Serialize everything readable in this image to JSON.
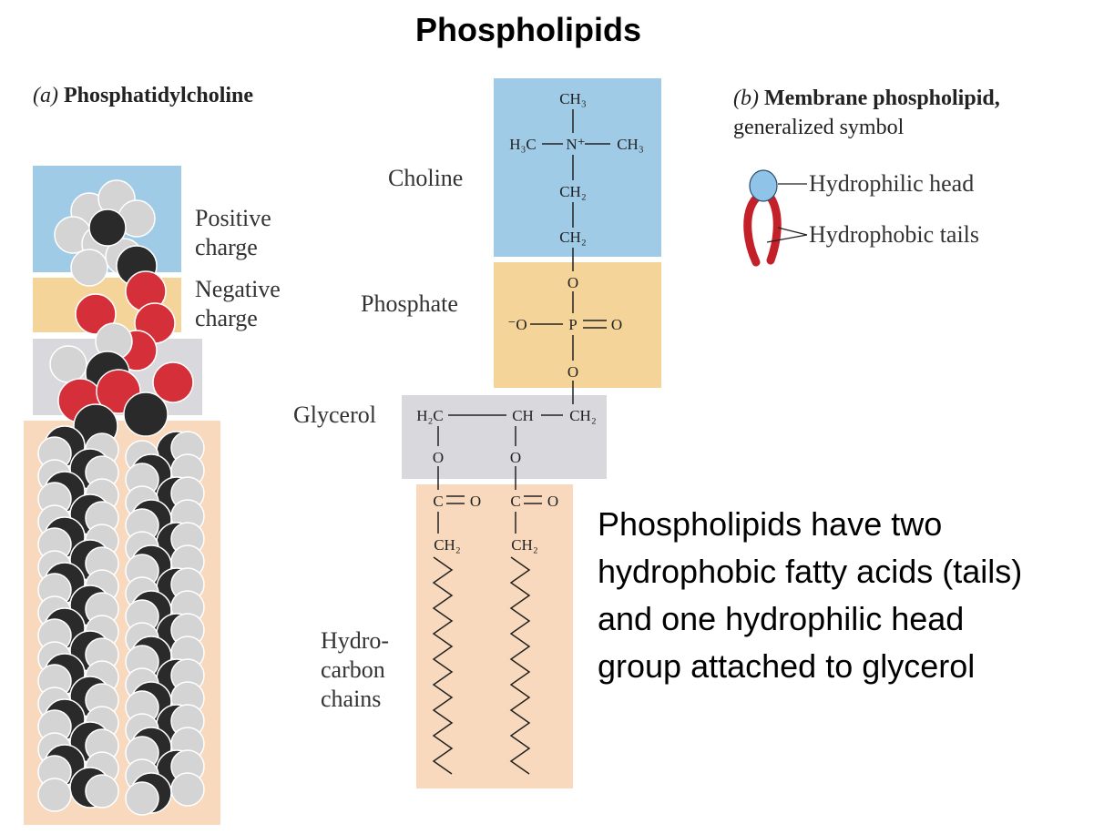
{
  "title": "Phospholipids",
  "panel_a": {
    "letter": "(a)",
    "heading": "Phosphatidylcholine",
    "labels": {
      "positive_charge": [
        "Positive",
        "charge"
      ],
      "negative_charge": [
        "Negative",
        "charge"
      ]
    }
  },
  "structure": {
    "labels": {
      "choline": "Choline",
      "phosphate": "Phosphate",
      "glycerol": "Glycerol",
      "hydrocarbon": [
        "Hydro-",
        "carbon",
        "chains"
      ]
    },
    "atoms": {
      "ch3_top": "CH₃",
      "h3c": "H₃C",
      "n_plus": "N⁺",
      "ch3_right": "CH₃",
      "ch2_a": "CH₂",
      "ch2_b": "CH₂",
      "o_top": "O",
      "o_minus": "⁻O",
      "p": "P",
      "o_double": "O",
      "o_bottom": "O",
      "h2c": "H₂C",
      "ch": "CH",
      "ch2_gly": "CH₂",
      "o_left": "O",
      "o_right": "O",
      "c_left": "C",
      "eq_o_left": "O",
      "c_right": "C",
      "eq_o_right": "O",
      "ch2_tail_left": "CH₂",
      "ch2_tail_right": "CH₂"
    }
  },
  "panel_b": {
    "letter": "(b)",
    "heading": "Membrane phospholipid,",
    "subheading": "generalized symbol",
    "head_label": "Hydrophilic head",
    "tails_label": "Hydrophobic tails"
  },
  "description": [
    "Phospholipids have two",
    "hydrophobic fatty acids (tails)",
    "and one hydrophilic head",
    "group attached to glycerol"
  ],
  "colors": {
    "choline_bg": "#9fcbe6",
    "phosphate_bg": "#f5d49a",
    "glycerol_bg": "#d9d9dd",
    "hydrocarbon_bg": "#f8d9bd",
    "head_fill": "#8fc3e8",
    "tail_color": "#c4202a",
    "oxygen_atom": "#d5303a",
    "carbon_atom": "#2a2a2a",
    "hydrogen_atom": "#d4d4d4"
  }
}
